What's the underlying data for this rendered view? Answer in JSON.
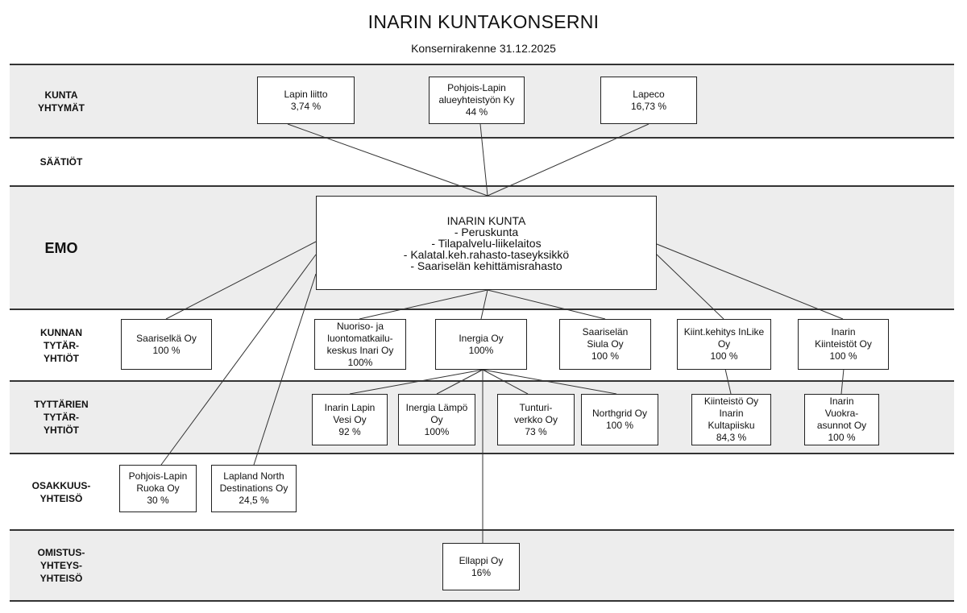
{
  "header": {
    "title": "INARIN KUNTAKONSERNI",
    "subtitle": "Konsernirakenne 31.12.2025"
  },
  "bands": {
    "kuntayhtymat": "KUNTA\nYHTYMÄT",
    "saatiot": "SÄÄTIÖT",
    "emo": "EMO",
    "kunnan_tytaryhtiot": "KUNNAN\nTYTÄR-\nYHTIÖT",
    "tyttarien_tytaryhtiot": "TYTTÄRIEN\nTYTÄR-\nYHTIÖT",
    "osakkuusyhteiso": "OSAKKUUS-\nYHTEISÖ",
    "omistusyhteysyhteiso": "OMISTUS-\nYHTEYS-\nYHTEISÖ"
  },
  "nodes": {
    "lapin_liitto": "Lapin liitto\n3,74 %",
    "pohjois_lapin_ky": "Pohjois-Lapin\nalueyhteistyön Ky\n44 %",
    "lapeco": "Lapeco\n16,73 %",
    "inarin_kunta": "INARIN KUNTA\n- Peruskunta\n- Tilapalvelu-liikelaitos\n- Kalatal.keh.rahasto-taseyksikkö\n- Saariselän kehittämisrahasto",
    "saariselka_oy": "Saariselkä Oy\n100 %",
    "nuoriso_keskus": "Nuoriso- ja\nluontomatkailu-\nkeskus Inari Oy\n100%",
    "inergia_oy": "Inergia Oy\n100%",
    "saariselan_siula": "Saariselän\nSiula Oy\n100 %",
    "kiint_kehitys": "Kiint.kehitys InLike\nOy\n100 %",
    "inarin_kiinteistot": "Inarin\nKiinteistöt Oy\n100 %",
    "inarin_lapin_vesi": "Inarin Lapin\nVesi Oy\n92 %",
    "inergia_lampo": "Inergia Lämpö\nOy\n100%",
    "tunturiverkko": "Tunturi-\nverkko Oy\n73 %",
    "northgrid": "Northgrid Oy\n100 %",
    "kultapiisku": "Kiinteistö Oy\nInarin\nKultapiisku\n84,3 %",
    "vuokra_asunnot": "Inarin\nVuokra-\nasunnot Oy\n100 %",
    "pohjois_lapin_ruoka": "Pohjois-Lapin\nRuoka Oy\n30 %",
    "lapland_north": "Lapland North\nDestinations Oy\n24,5 %",
    "ellappi": "Ellappi Oy\n16%"
  }
}
